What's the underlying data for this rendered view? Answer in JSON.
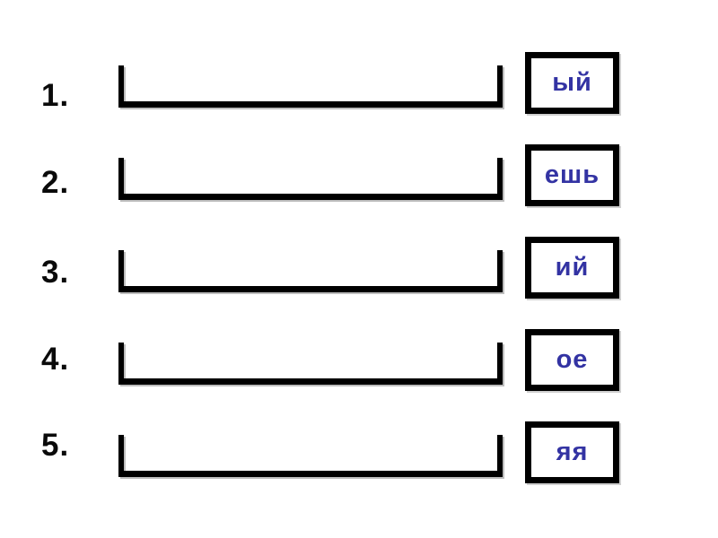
{
  "slide": {
    "background_color": "#ffffff",
    "ink_color": "#000000",
    "ending_text_color": "#3333a3",
    "rows": [
      {
        "number": "1.",
        "ending": "ый"
      },
      {
        "number": "2.",
        "ending": "ешь"
      },
      {
        "number": "3.",
        "ending": "ий"
      },
      {
        "number": "4.",
        "ending": "ое"
      },
      {
        "number": "5.",
        "ending": "яя"
      }
    ]
  }
}
